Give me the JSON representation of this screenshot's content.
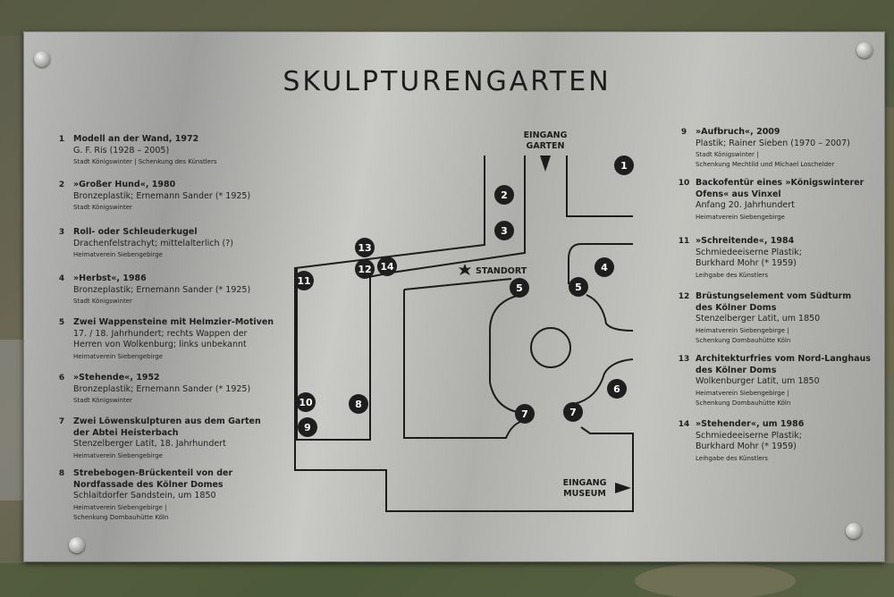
{
  "title": "SKULPTURENGARTEN",
  "map": {
    "entrance_garden_line1": "EINGANG",
    "entrance_garden_line2": "GARTEN",
    "entrance_museum_line1": "EINGANG",
    "entrance_museum_line2": "MUSEUM",
    "standort": "STANDORT",
    "markers": [
      "1",
      "2",
      "3",
      "13",
      "11",
      "12",
      "14",
      "5",
      "5",
      "4",
      "6",
      "10",
      "8",
      "9",
      "7",
      "7"
    ]
  },
  "legend_left": [
    {
      "num": "1",
      "title": "Modell an der Wand, 1972",
      "desc": [
        "G. F. Ris (1928 – 2005)"
      ],
      "source": [
        "Stadt Königswinter | Schenkung des Künstlers"
      ]
    },
    {
      "num": "2",
      "title": "»Großer Hund«, 1980",
      "desc": [
        "Bronzeplastik; Ernemann Sander (* 1925)"
      ],
      "source": [
        "Stadt Königswinter"
      ]
    },
    {
      "num": "3",
      "title": "Roll- oder Schleuderkugel",
      "desc": [
        "Drachenfelstrachyt; mittelalterlich (?)"
      ],
      "source": [
        "Heimatverein Siebengebirge"
      ]
    },
    {
      "num": "4",
      "title": "»Herbst«, 1986",
      "desc": [
        "Bronzeplastik; Ernemann Sander (* 1925)"
      ],
      "source": [
        "Stadt Königswinter"
      ]
    },
    {
      "num": "5",
      "title": "Zwei Wappensteine mit Helmzier-Motiven",
      "desc": [
        "17. / 18. Jahrhundert; rechts Wappen der",
        "Herren von Wolkenburg; links unbekannt"
      ],
      "source": [
        "Heimatverein Siebengebirge"
      ]
    },
    {
      "num": "6",
      "title": "»Stehende«, 1952",
      "desc": [
        "Bronzeplastik; Ernemann Sander (* 1925)"
      ],
      "source": [
        "Stadt Königswinter"
      ]
    },
    {
      "num": "7",
      "title": "Zwei Löwenskulpturen aus dem Garten der Abtei Heisterbach",
      "title2": "der Abtei Heisterbach",
      "desc": [
        "Stenzelberger Latit, 18. Jahrhundert"
      ],
      "source": [
        "Heimatverein Siebengebirge"
      ]
    },
    {
      "num": "8",
      "title": "Strebebogen-Brückenteil von der",
      "title2": "Nordfassade des Kölner Domes",
      "desc": [
        "Schlaitdorfer Sandstein, um 1850"
      ],
      "source": [
        "Heimatverein Siebengebirge |",
        "Schenkung Dombauhütte Köln"
      ]
    }
  ],
  "legend_right": [
    {
      "num": "9",
      "title": "»Aufbruch«, 2009",
      "desc": [
        "Plastik; Rainer Sieben (1970 – 2007)"
      ],
      "source": [
        "Stadt Königswinter |",
        "Schenkung Mechtild und Michael Loschelder"
      ]
    },
    {
      "num": "10",
      "title": "Backofentür eines »Königswinterer",
      "title2": "Ofens« aus Vinxel",
      "desc": [
        "Anfang 20. Jahrhundert"
      ],
      "source": [
        "Heimatverein Siebengebirge"
      ]
    },
    {
      "num": "11",
      "title": "»Schreitende«, 1984",
      "desc": [
        "Schmiedeeiserne Plastik;",
        "Burkhard Mohr (* 1959)"
      ],
      "source": [
        "Leihgabe des Künstlers"
      ]
    },
    {
      "num": "12",
      "title": "Brüstungselement vom Südturm",
      "title2": "des Kölner Doms",
      "desc": [
        "Stenzelberger Latit, um 1850"
      ],
      "source": [
        "Heimatverein Siebengebirge |",
        "Schenkung Dombauhütte Köln"
      ]
    },
    {
      "num": "13",
      "title": "Architekturfries vom Nord-Langhaus",
      "title2": "des Kölner Doms",
      "desc": [
        "Wolkenburger Latit, um 1850"
      ],
      "source": [
        "Heimatverein Siebengebirge |",
        "Schenkung Dombauhütte Köln"
      ]
    },
    {
      "num": "14",
      "title": "»Stehender«, um 1986",
      "desc": [
        "Schmiedeeiserne Plastik;",
        "Burkhard Mohr (* 1959)"
      ],
      "source": [
        "Leihgabe des Künstlers"
      ]
    }
  ],
  "colors": {
    "plate": "#b4b5b1",
    "ink": "#1c1c1c",
    "marker": "#1e1e1e"
  }
}
